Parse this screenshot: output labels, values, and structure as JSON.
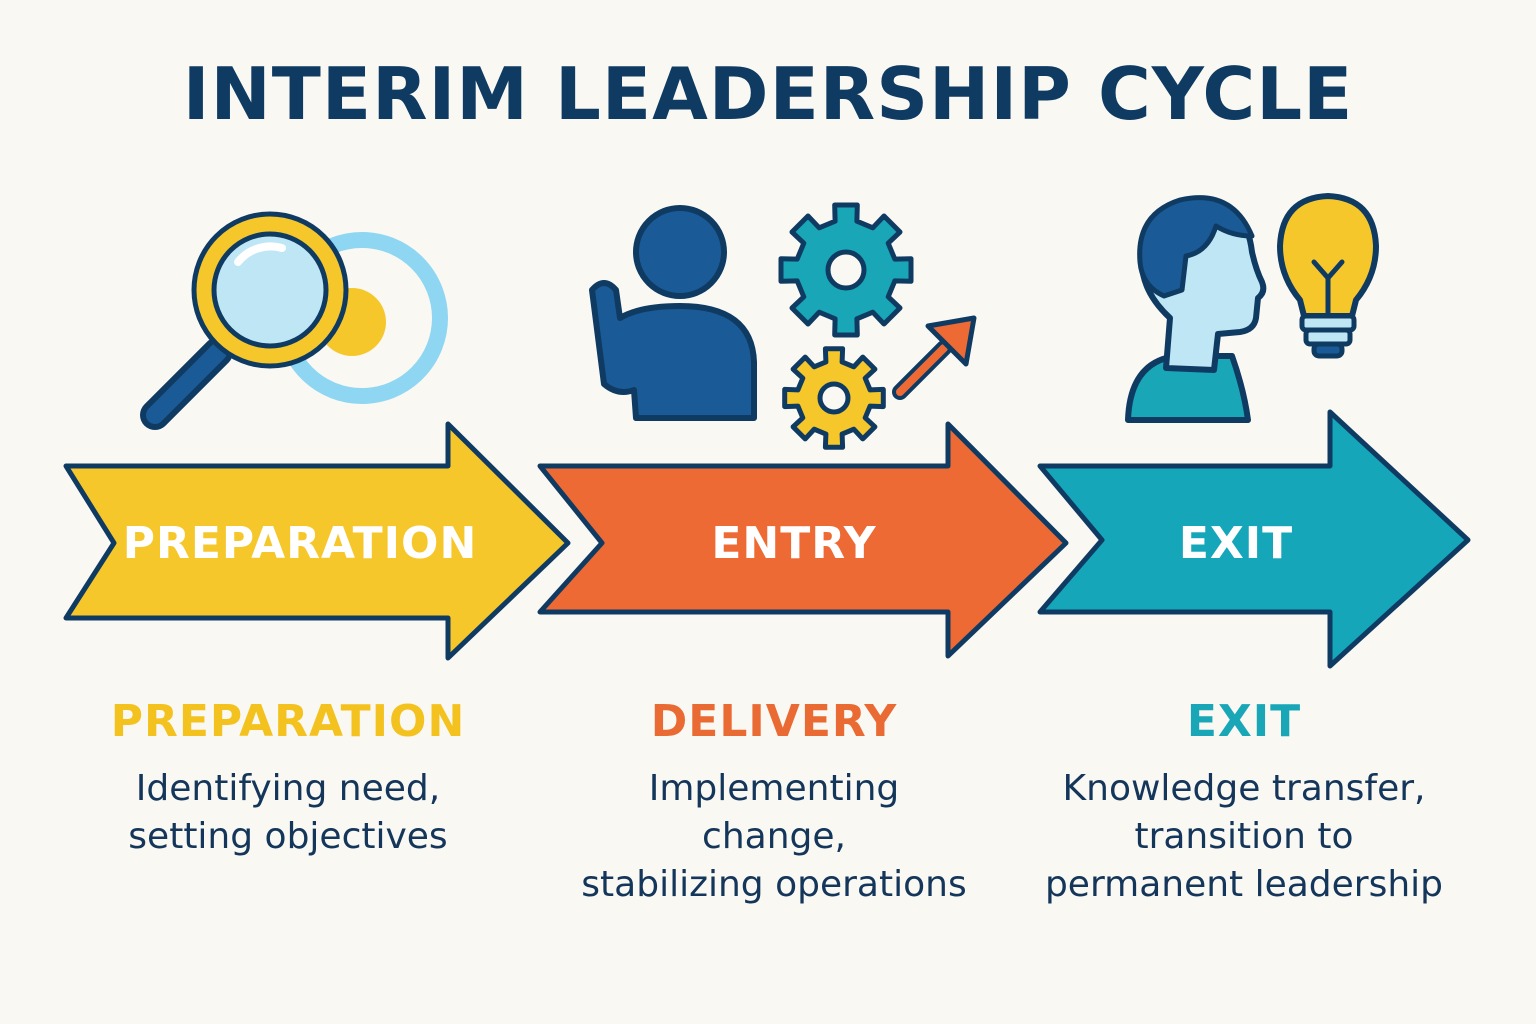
{
  "title": "INTERIM LEADERSHIP CYCLE",
  "arrows": [
    {
      "label": "PREPARATION",
      "color": "#f6c72b"
    },
    {
      "label": "ENTRY",
      "color": "#ee6a35"
    },
    {
      "label": "EXIT",
      "color": "#15a6ba"
    }
  ],
  "phases": [
    {
      "title": "PREPARATION",
      "color": "#f4c21f",
      "description": "Identifying need,\nsetting objectives"
    },
    {
      "title": "DELIVERY",
      "color": "#ea6a33",
      "description": "Implementing\nchange,\nstabilizing operations"
    },
    {
      "title": "EXIT",
      "color": "#19a7b8",
      "description": "Knowledge transfer,\ntransition to\npermanent leadership"
    }
  ],
  "colors": {
    "outline": "#0f3b63",
    "navy": "#1a5a96",
    "light_blue": "#bfe6f5",
    "sky": "#8fd6f2",
    "yellow": "#f6c72b",
    "teal": "#19a7b8",
    "orange": "#ee6a35"
  },
  "icons": [
    "magnifier-icon",
    "target-icon",
    "person-waving-icon",
    "gear-icon",
    "growth-arrow-icon",
    "person-profile-icon",
    "lightbulb-icon"
  ]
}
